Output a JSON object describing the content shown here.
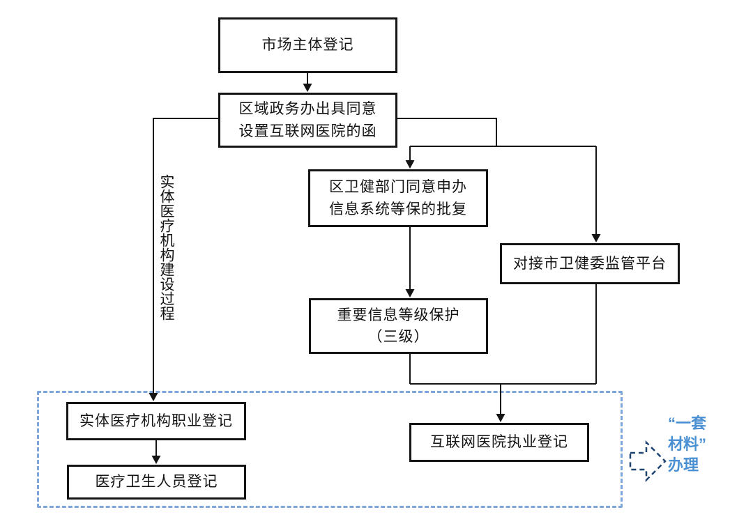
{
  "diagram": {
    "nodes": {
      "market_entity_registration": {
        "label": "市场主体登记"
      },
      "district_govt_letter": {
        "label": "区域政务办出具同意\n设置互联网医院的函"
      },
      "health_dept_approval": {
        "label": "区卫健部门同意申办\n信息系统等保的批复"
      },
      "regulatory_platform": {
        "label": "对接市卫健委监管平台"
      },
      "info_grade_protection": {
        "label": "重要信息等级保护\n（三级）"
      },
      "physical_institution_practice_registration": {
        "label": "实体医疗机构职业登记"
      },
      "medical_staff_registration": {
        "label": "医疗卫生人员登记"
      },
      "internet_hospital_practice_registration": {
        "label": "互联网医院执业登记"
      }
    },
    "side_label": "实体医疗机构建设过程",
    "edges": [
      {
        "from": "市场主体登记",
        "to": "区域政务办出具同意设置互联网医院的函"
      },
      {
        "from": "区域政务办出具同意设置互联网医院的函",
        "to": "区卫健部门同意申办信息系统等保的批复"
      },
      {
        "from": "区域政务办出具同意设置互联网医院的函",
        "to": "对接市卫健委监管平台"
      },
      {
        "from": "区域政务办出具同意设置互联网医院的函",
        "to": "实体医疗机构职业登记",
        "via": "实体医疗机构建设过程"
      },
      {
        "from": "区卫健部门同意申办信息系统等保的批复",
        "to": "重要信息等级保护（三级）"
      },
      {
        "from": "重要信息等级保护（三级）",
        "to": "互联网医院执业登记"
      },
      {
        "from": "对接市卫健委监管平台",
        "to": "互联网医院执业登记"
      },
      {
        "from": "实体医疗机构职业登记",
        "to": "医疗卫生人员登记"
      }
    ],
    "dashed_group": {
      "members": [
        "实体医疗机构职业登记",
        "医疗卫生人员登记",
        "互联网医院执业登记"
      ],
      "border_color": "#7da7dc"
    },
    "annotation": {
      "text": "“一套\n材料”\n办理",
      "text_color": "#4a90d2",
      "arrow_icon_color": "#1f4470"
    }
  }
}
